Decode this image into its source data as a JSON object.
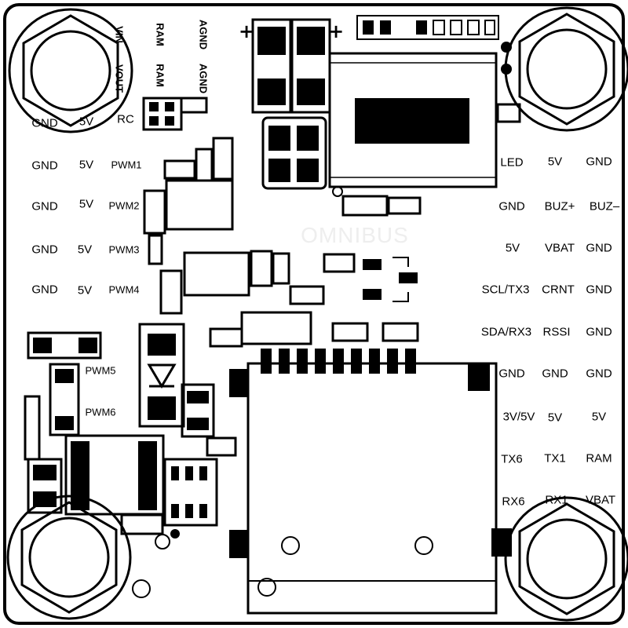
{
  "board": {
    "silkscreen_brand": "OMNIBUS",
    "polarity_left": "+",
    "polarity_right": "+"
  },
  "top_vertical_labels": [
    "VIN",
    "VOUT",
    "RAM",
    "RAM",
    "AGND",
    "AGND"
  ],
  "left_pins": {
    "rc_row": [
      "GND",
      "5V",
      "RC"
    ],
    "pwm1_row": [
      "GND",
      "5V",
      "PWM1"
    ],
    "pwm2_row": [
      "GND",
      "5V",
      "PWM2"
    ],
    "pwm3_row": [
      "GND",
      "5V",
      "PWM3"
    ],
    "pwm4_row": [
      "GND",
      "5V",
      "PWM4"
    ],
    "pwm5": "PWM5",
    "pwm6": "PWM6"
  },
  "right_pins": {
    "row1": [
      "LED",
      "5V",
      "GND"
    ],
    "row2": [
      "GND",
      "BUZ+",
      "BUZ–"
    ],
    "row3": [
      "5V",
      "VBAT",
      "GND"
    ],
    "row4": [
      "SCL/TX3",
      "CRNT",
      "GND"
    ],
    "row5": [
      "SDA/RX3",
      "RSSI",
      "GND"
    ],
    "row6": [
      "GND",
      "GND",
      "GND"
    ],
    "row7": [
      "3V/5V",
      "5V",
      "5V"
    ],
    "row8": [
      "TX6",
      "TX1",
      "RAM"
    ],
    "row9": [
      "RX6",
      "RX1",
      "VBAT"
    ]
  },
  "colors": {
    "line": "#000000",
    "board": "#ffffff",
    "brand_watermark": "#eeeeee"
  }
}
